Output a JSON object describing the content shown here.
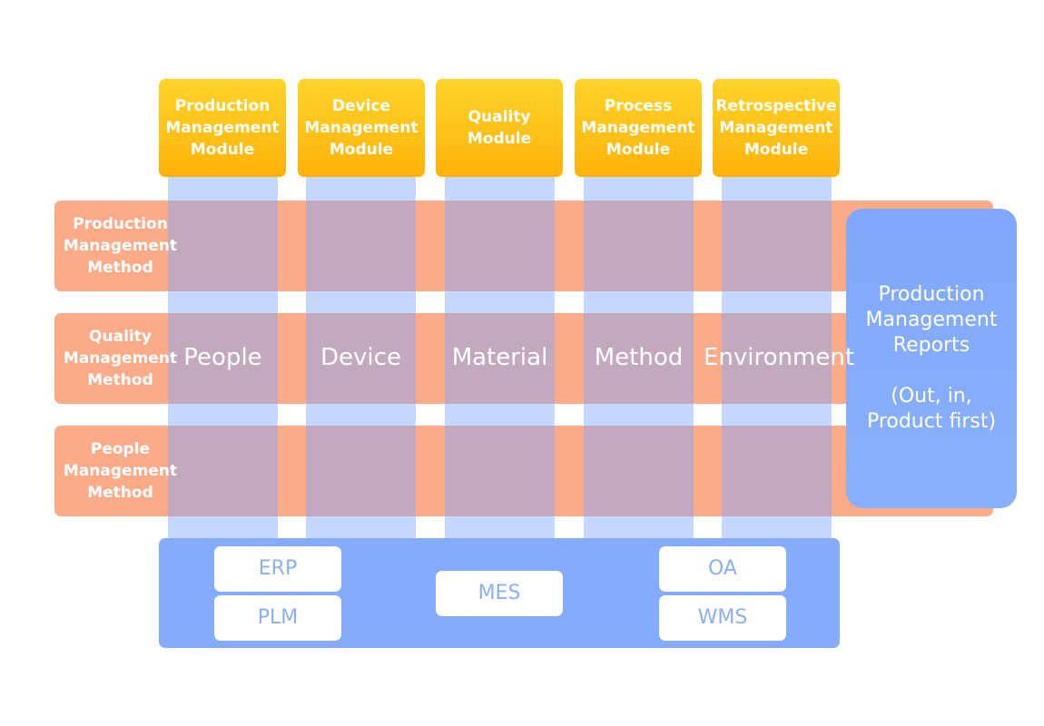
{
  "modules": [
    {
      "lines": [
        "Production",
        "Management",
        "Module"
      ]
    },
    {
      "lines": [
        "Device",
        "Management",
        "Module"
      ]
    },
    {
      "lines": [
        "Quality",
        "Module"
      ]
    },
    {
      "lines": [
        "Process",
        "Management",
        "Module"
      ]
    },
    {
      "lines": [
        "Retrospective",
        "Management",
        "Module"
      ]
    }
  ],
  "methods": [
    {
      "lines": [
        "Production",
        "Management",
        "Method"
      ]
    },
    {
      "lines": [
        "Quality",
        "Management",
        "Method"
      ]
    },
    {
      "lines": [
        "People",
        "Management",
        "Method"
      ]
    }
  ],
  "factors": [
    "People",
    "Device",
    "Material",
    "Method",
    "Environment"
  ],
  "reports": {
    "line1": "Production",
    "line2": "Management",
    "line3": "Reports",
    "line4": "(Out, in,",
    "line5": "Product first)"
  },
  "systems": {
    "erp": "ERP",
    "plm": "PLM",
    "mes": "MES",
    "oa": "OA",
    "wms": "WMS"
  },
  "colors": {
    "module_gradient_top": "#ffd42c",
    "module_gradient_bottom": "#ffb20a",
    "band": "#fcab89",
    "column_overlay": "#7ca6ff",
    "reports_panel": "#80a8fc",
    "systems_bar": "#85abfd",
    "system_text": "#8aaff5"
  }
}
